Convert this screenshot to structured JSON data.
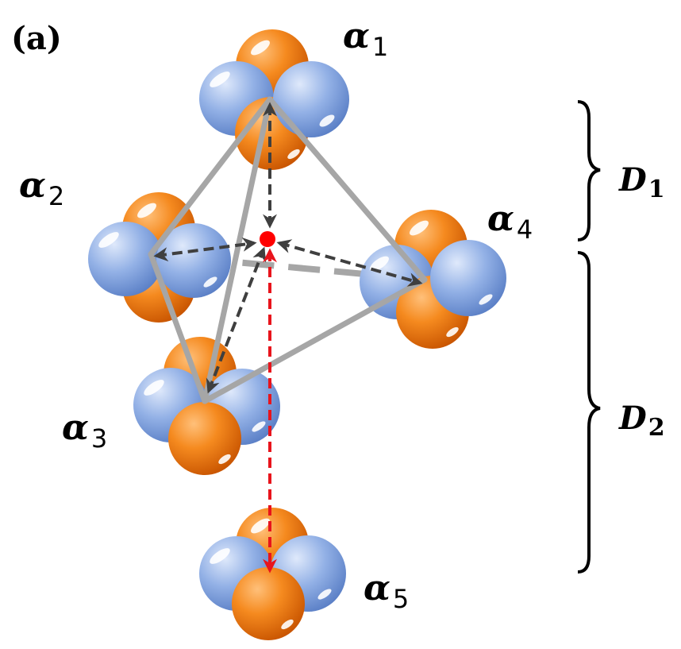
{
  "panel_label": "(a)",
  "clusters": [
    {
      "symbol": "α",
      "index": "1"
    },
    {
      "symbol": "α",
      "index": "2"
    },
    {
      "symbol": "α",
      "index": "3"
    },
    {
      "symbol": "α",
      "index": "4"
    },
    {
      "symbol": "α",
      "index": "5"
    }
  ],
  "distances": [
    {
      "symbol": "D",
      "index": "1"
    },
    {
      "symbol": "D",
      "index": "2"
    }
  ],
  "colors": {
    "proton": "#f07f10",
    "neutron": "#7f9fd8",
    "edges": "#a6a6a6",
    "arrows": "#3f3f3f",
    "center": "#ff0000",
    "long_arrow": "#e8141c"
  }
}
